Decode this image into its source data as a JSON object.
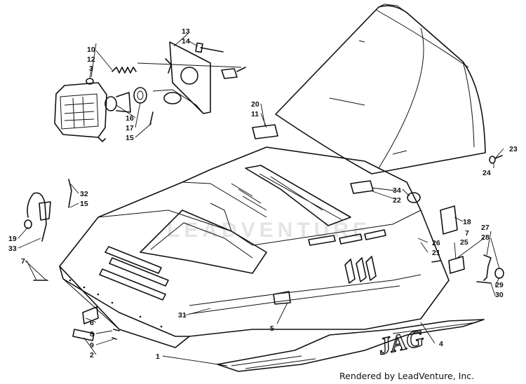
{
  "watermark": "LEADVENTURE",
  "credit": "Rendered by LeadVenture, Inc.",
  "decal_jag": "JAG",
  "callouts": {
    "c1": "1",
    "c2": "2",
    "c3": "3",
    "c4": "4",
    "c5": "5",
    "c6": "6",
    "c7a": "7",
    "c7b": "7",
    "c8": "8",
    "c9": "9",
    "c10": "10",
    "c11": "11",
    "c12": "12",
    "c13": "13",
    "c14": "14",
    "c15a": "15",
    "c15b": "15",
    "c16": "16",
    "c17": "17",
    "c18": "18",
    "c19": "19",
    "c20": "20",
    "c21": "21",
    "c22": "22",
    "c23": "23",
    "c24": "24",
    "c25": "25",
    "c26": "26",
    "c27": "27",
    "c28": "28",
    "c29": "29",
    "c30": "30",
    "c31": "31",
    "c32": "32",
    "c33": "33",
    "c34": "34"
  }
}
